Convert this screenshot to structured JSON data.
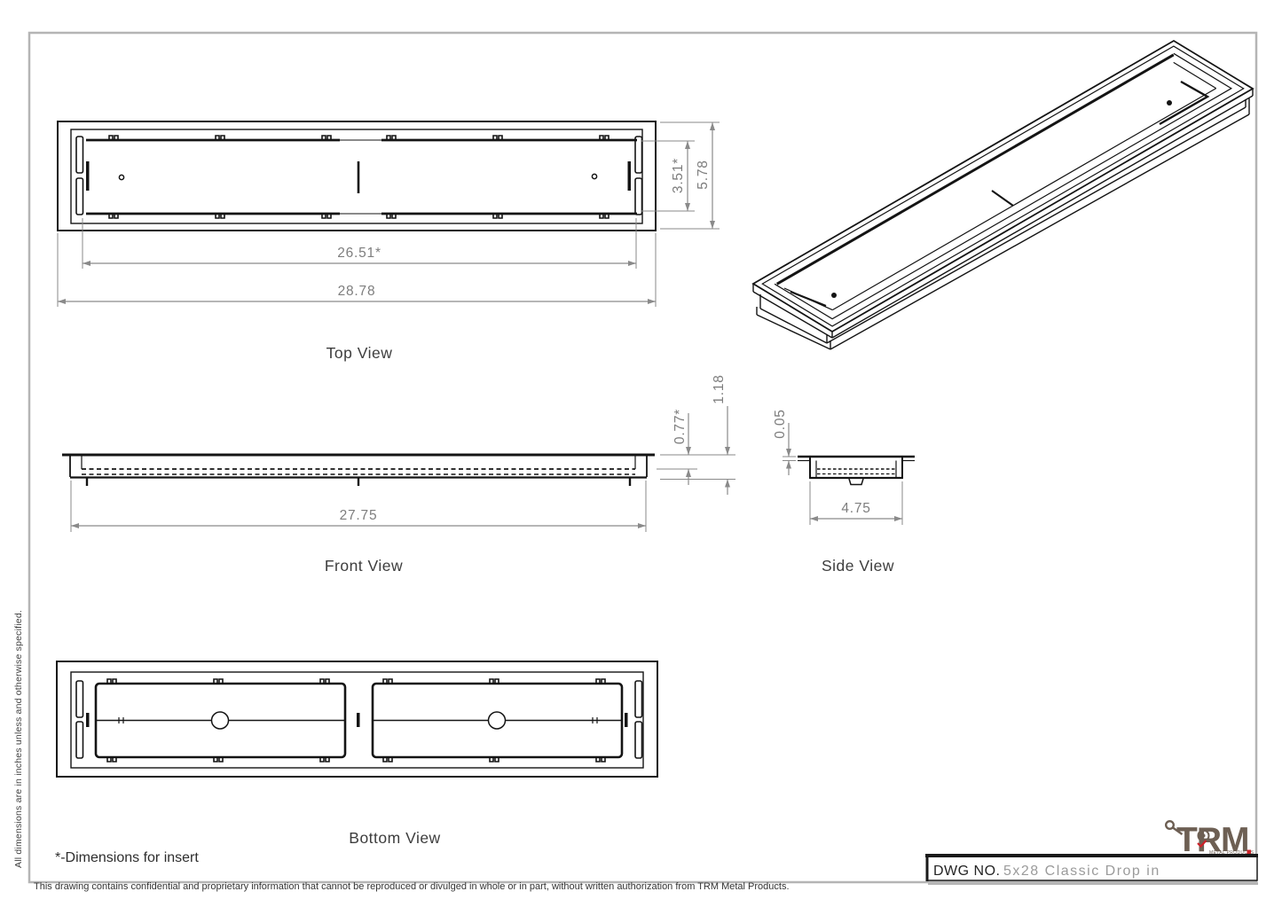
{
  "views": {
    "top": "Top View",
    "front": "Front View",
    "side": "Side View",
    "bottom": "Bottom View"
  },
  "dims": {
    "top_insert_length": "26.51*",
    "top_overall_length": "28.78",
    "top_insert_width": "3.51*",
    "top_overall_width": "5.78",
    "front_length": "27.75",
    "front_insert_depth": "0.77*",
    "front_overall_height": "1.18",
    "side_flange_thickness": "0.05",
    "side_width": "4.75"
  },
  "notes": {
    "insert_note": "*-Dimensions for insert",
    "units_note": "All dimensions are in inches unless and otherwise specified.",
    "confidentiality": "This drawing contains confidential and proprietary information that cannot be reproduced or divulged in whole or in part, without written authorization from TRM Metal Products."
  },
  "title_block": {
    "dwg_no_label": "DWG NO.",
    "dwg_no_value": "5x28 Classic Drop in"
  },
  "logo": {
    "name": "TRM",
    "tagline": "METAL PRODUCTS",
    "color": "#6d5f53",
    "accent": "#cc2229"
  },
  "colors": {
    "line": "#141414",
    "dim": "#7e7e7e",
    "frame": "#b5b5b5"
  }
}
